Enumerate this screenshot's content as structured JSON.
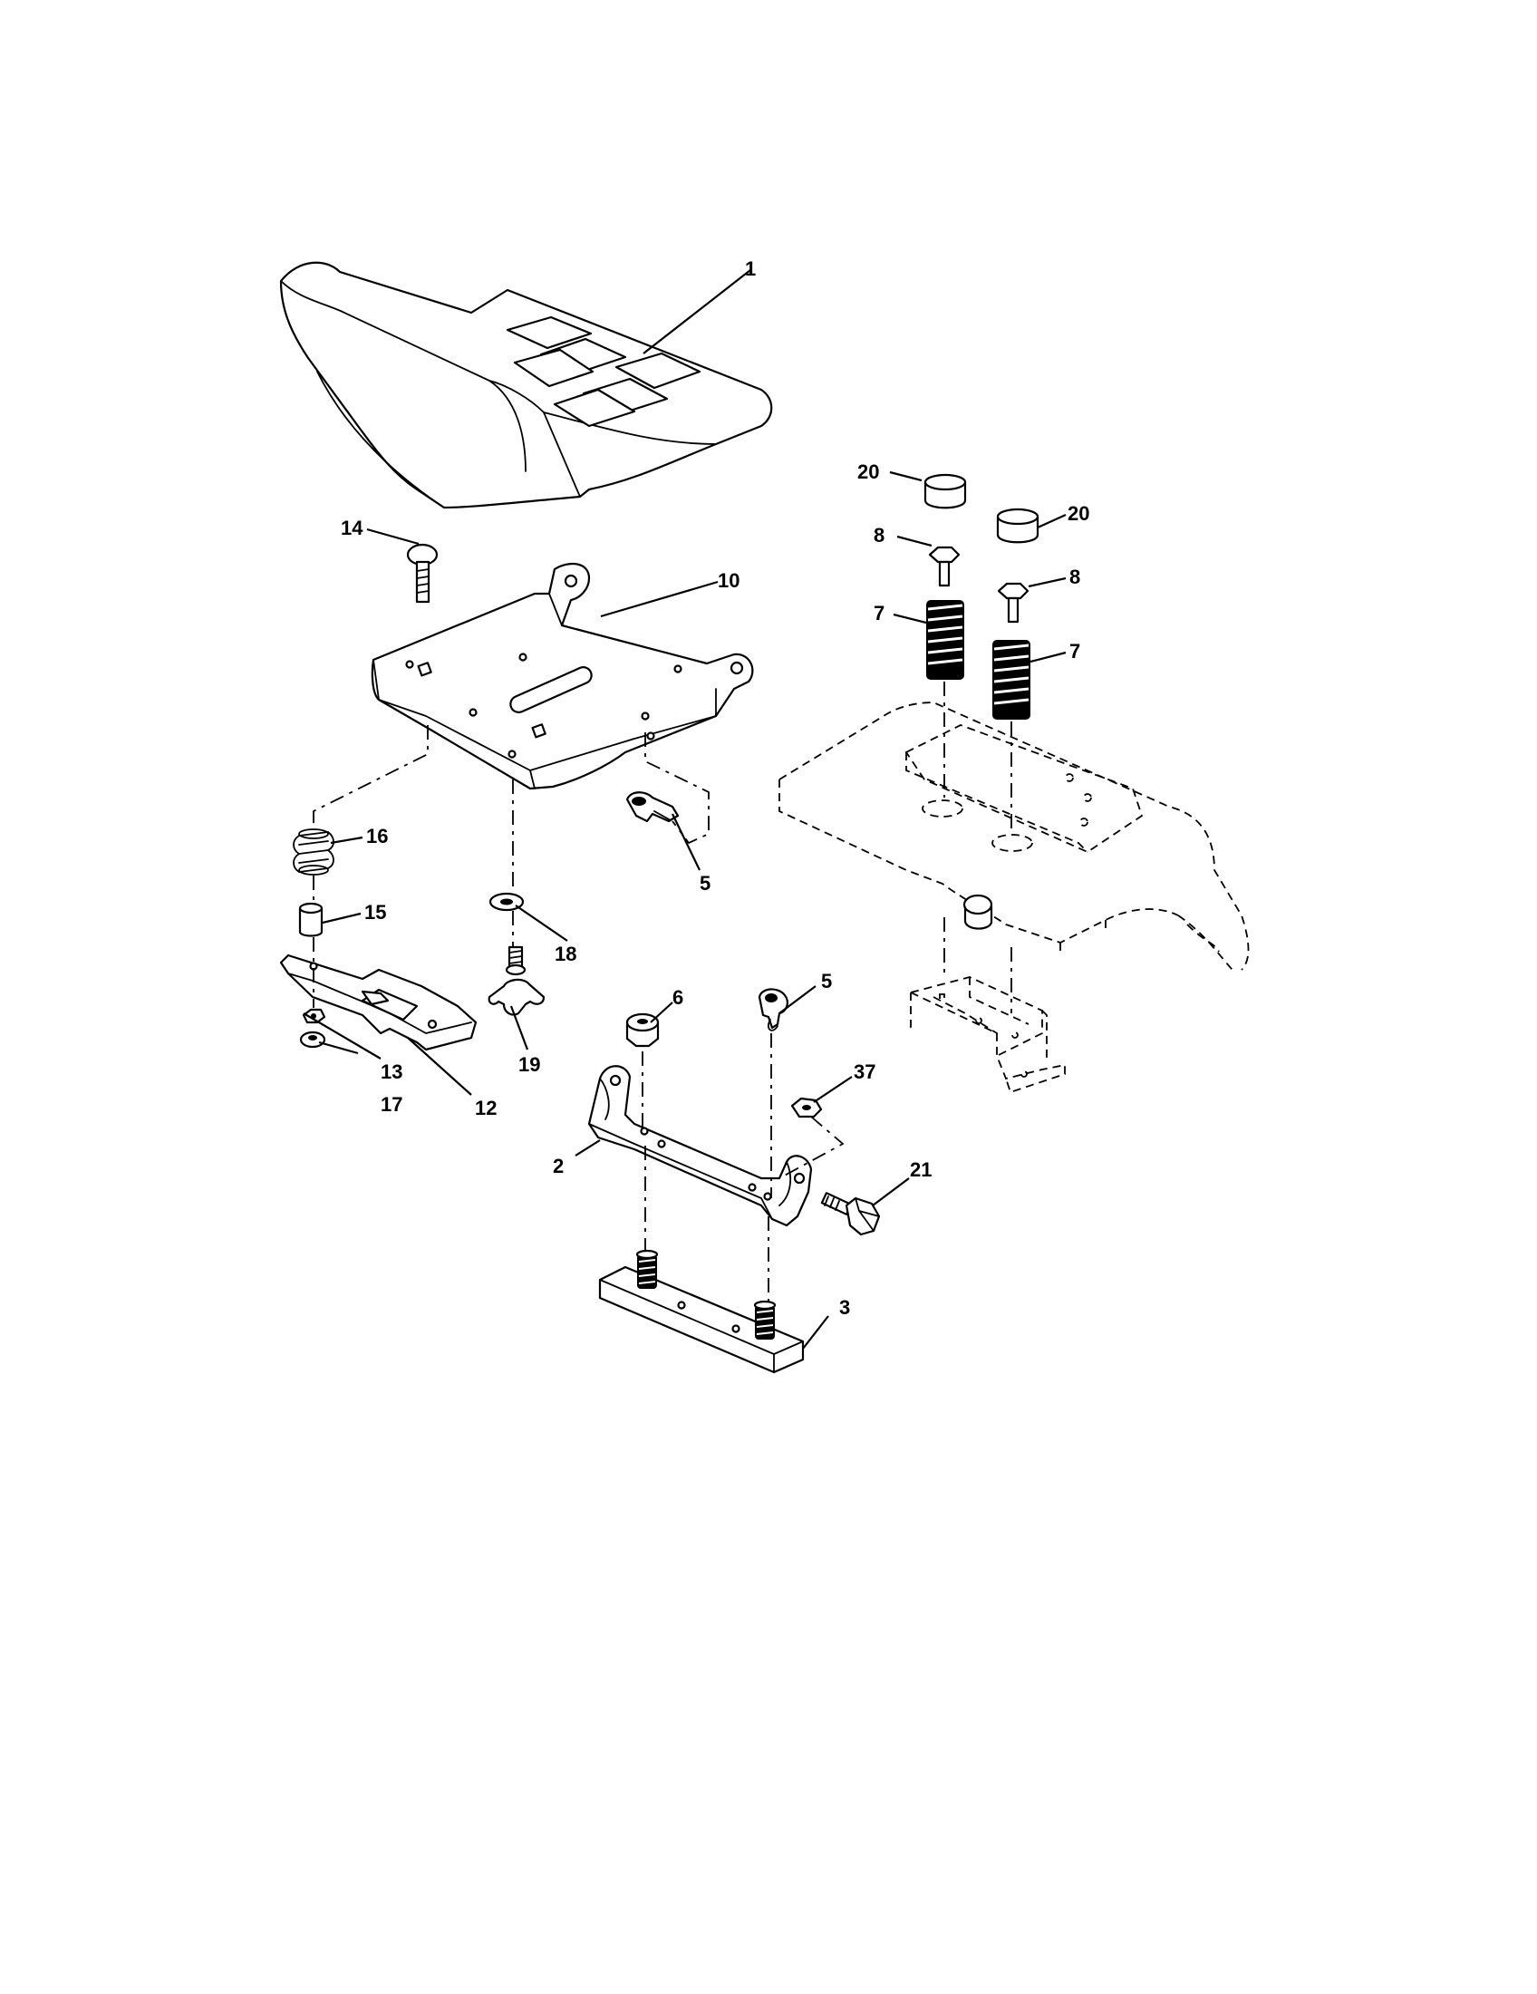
{
  "callouts": {
    "c1": "1",
    "c2": "2",
    "c3": "3",
    "c5a": "5",
    "c5b": "5",
    "c6": "6",
    "c7a": "7",
    "c7b": "7",
    "c8a": "8",
    "c8b": "8",
    "c10": "10",
    "c12": "12",
    "c13": "13",
    "c14": "14",
    "c15": "15",
    "c16": "16",
    "c17": "17",
    "c18": "18",
    "c19": "19",
    "c20a": "20",
    "c20b": "20",
    "c21": "21",
    "c37": "37"
  }
}
